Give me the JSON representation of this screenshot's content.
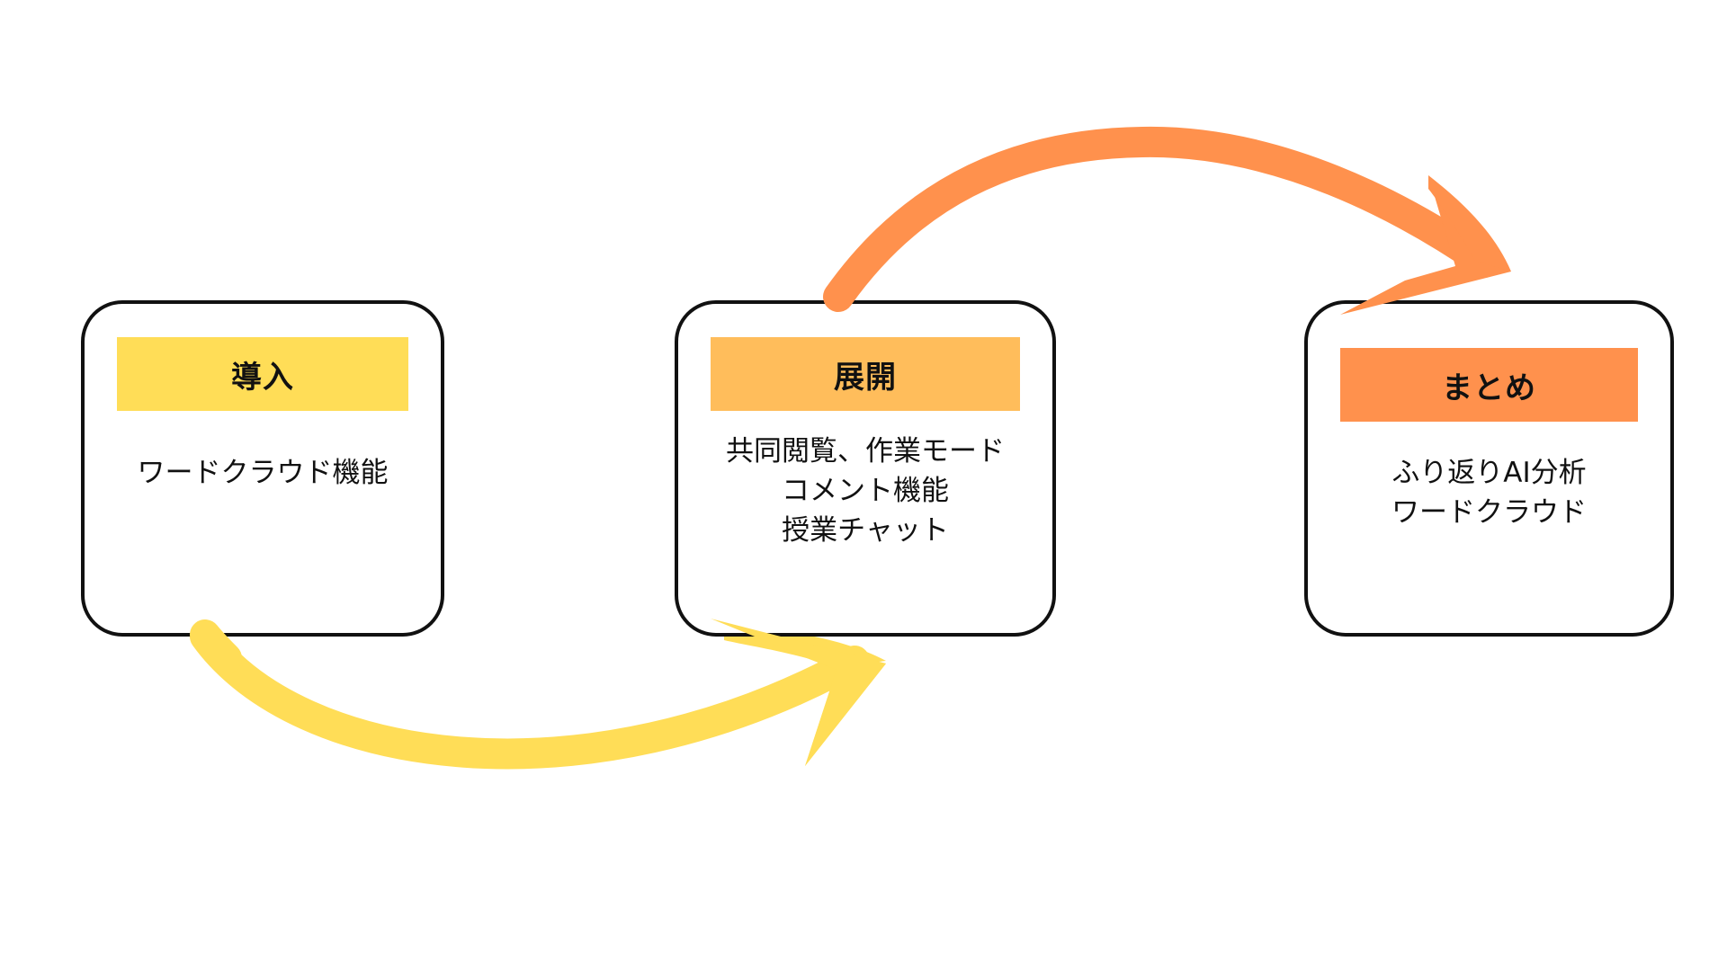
{
  "colors": {
    "stage1": "#FFDD57",
    "stage2": "#FFBD5B",
    "stage3": "#FF914D",
    "border": "#111111",
    "text": "#111111",
    "background": "#FFFFFF"
  },
  "stages": [
    {
      "label": "導入",
      "color": "#FFDD57",
      "items": [
        "ワードクラウド機能"
      ]
    },
    {
      "label": "展開",
      "color": "#FFBD5B",
      "items": [
        "共同閲覧、作業モード",
        "コメント機能",
        "授業チャット"
      ]
    },
    {
      "label": "まとめ",
      "color": "#FF914D",
      "items": [
        "ふり返りAI分析",
        "ワードクラウド"
      ]
    }
  ],
  "connectors": [
    {
      "from": "導入",
      "to": "展開",
      "color": "#FFDD57"
    },
    {
      "from": "展開",
      "to": "まとめ",
      "color": "#FF914D"
    }
  ]
}
